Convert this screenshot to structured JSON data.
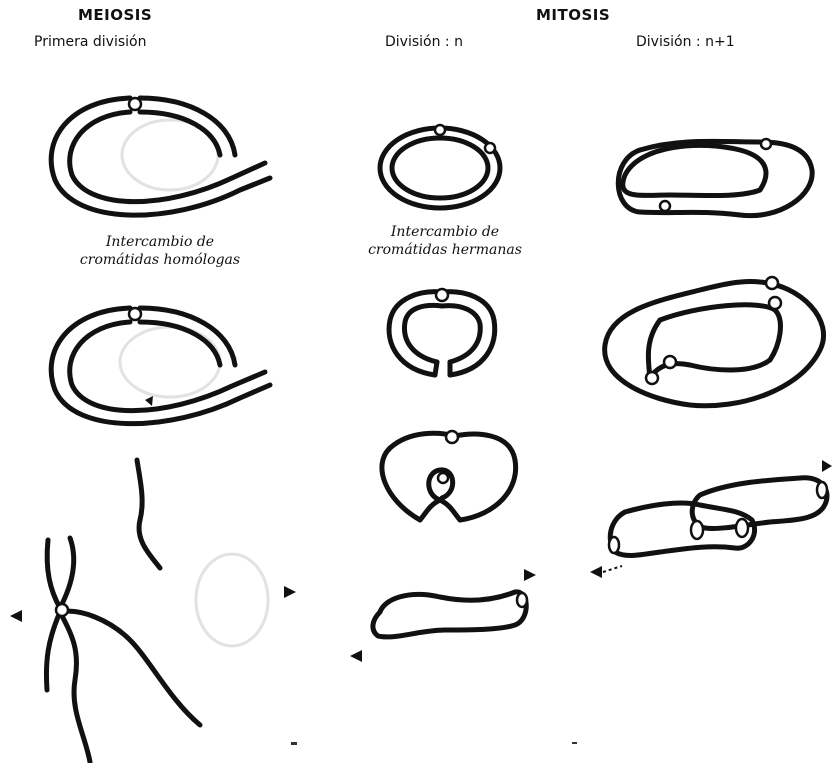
{
  "meiosis": {
    "title": "MEIOSIS",
    "subtitle": "Primera división",
    "caption_line1": "Intercambio de",
    "caption_line2": "cromátidas homólogas"
  },
  "mitosis": {
    "title": "MITOSIS",
    "division_n": "División : n",
    "division_n1": "División : n+1",
    "caption_line1": "Intercambio de",
    "caption_line2": "cromátidas hermanas"
  }
}
